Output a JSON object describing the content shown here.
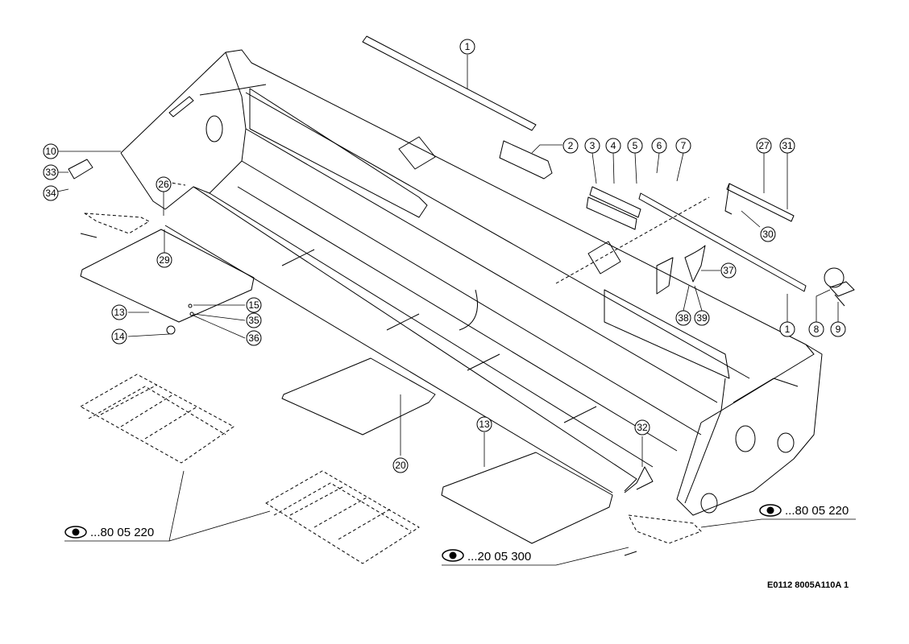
{
  "diagram_code": "E0112 8005A110A 1",
  "references": [
    {
      "id": "ref-left",
      "text": "...80 05 220"
    },
    {
      "id": "ref-right",
      "text": "...80 05 220"
    },
    {
      "id": "ref-bottom",
      "text": "...20 05 300"
    }
  ],
  "callouts": [
    "1",
    "2",
    "3",
    "4",
    "5",
    "6",
    "7",
    "27",
    "31",
    "10",
    "33",
    "34",
    "26",
    "29",
    "30",
    "37",
    "38",
    "39",
    "8",
    "9",
    "1",
    "13",
    "14",
    "15",
    "35",
    "36",
    "20",
    "13",
    "32"
  ],
  "icons": {
    "reference_marker": "eye-icon"
  },
  "colors": {
    "line": "#000000",
    "background": "#ffffff"
  }
}
